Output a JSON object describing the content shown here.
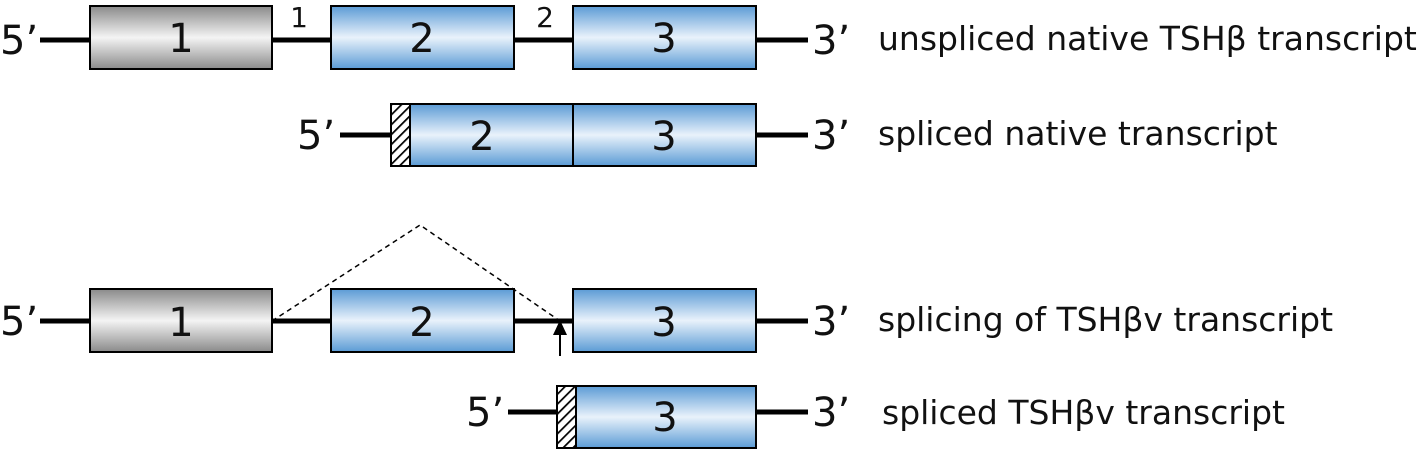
{
  "colors": {
    "exon_gray_edge": "#8a8a8a",
    "exon_gray_light": "#f4f4f4",
    "exon_blue_edge": "#5b9bd5",
    "exon_blue_light": "#e9f2fb",
    "line": "#000000"
  },
  "rows": [
    {
      "label": "unspliced native TSHβ transcript",
      "five_prime": "5’",
      "three_prime": "3’",
      "exon_1": "1",
      "exon_2": "2",
      "exon_3": "3",
      "intron_1": "1",
      "intron_2": "2"
    },
    {
      "label": "spliced native transcript",
      "five_prime": "5’",
      "three_prime": "3’",
      "exon_2": "2",
      "exon_3": "3"
    },
    {
      "label": "splicing of TSHβv transcript",
      "five_prime": "5’",
      "three_prime": "3’",
      "exon_1": "1",
      "exon_2": "2",
      "exon_3": "3"
    },
    {
      "label": "spliced TSHβv transcript",
      "five_prime": "5’",
      "three_prime": "3’",
      "exon_3": "3"
    }
  ]
}
